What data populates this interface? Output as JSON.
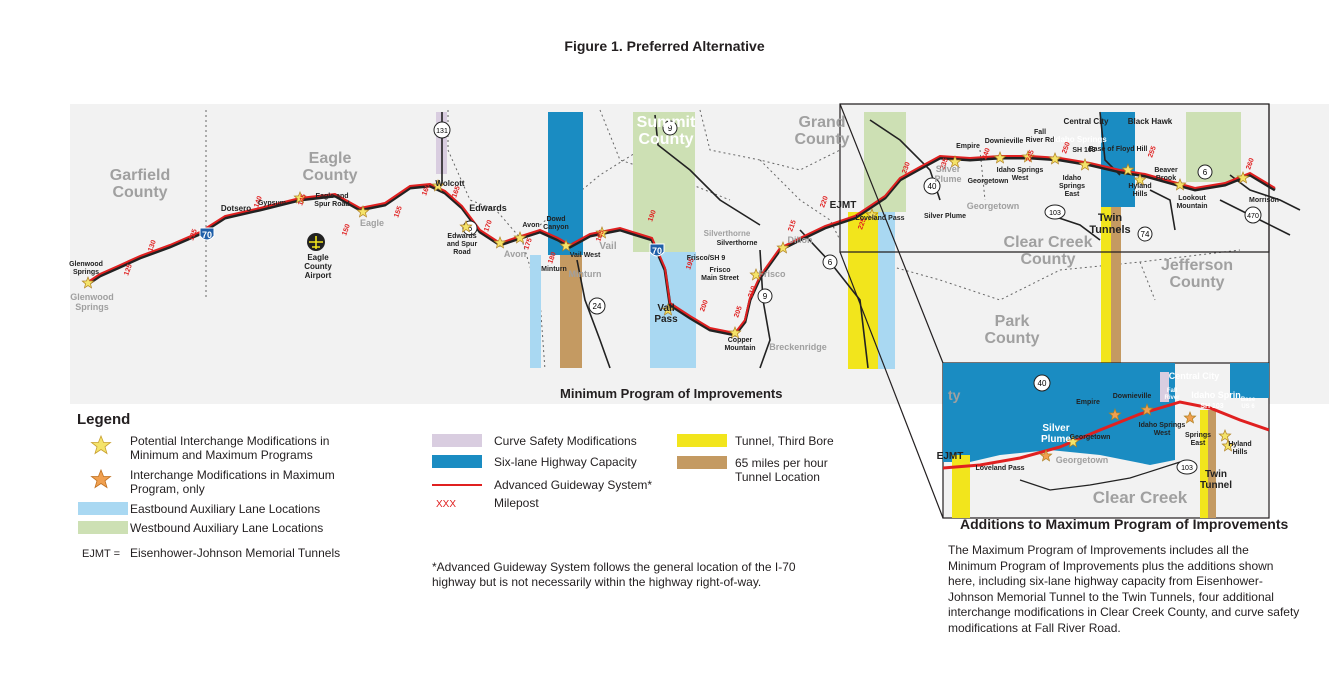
{
  "figure_title": "Figure 1. Preferred Alternative",
  "subtitle": "Minimum Program of Improvements",
  "counties": {
    "garfield": "Garfield\nCounty",
    "eagle": "Eagle\nCounty",
    "summit": "Summit\nCounty",
    "grand": "Grand\nCounty",
    "clear_creek": "Clear Creek\nCounty",
    "jefferson": "Jefferson\nCounty",
    "park": "Park\nCounty",
    "inset_clear_creek": "Clear Creek"
  },
  "places": {
    "glenwood_springs_a": "Glenwood\nSprings",
    "glenwood_springs_b": "Glenwood\nSprings",
    "dotsero": "Dotsero",
    "gypsum": "Gypsum",
    "eagle_airport": "Eagle\nCounty\nAirport",
    "eagle_spur": "Eagle and\nSpur Road",
    "eagle": "Eagle",
    "wolcott": "Wolcott",
    "edwards": "Edwards",
    "edwards_spur": "Edwards\nand Spur\nRoad",
    "avon_a": "Avon",
    "avon_b": "Avon",
    "dowd_canyon": "Dowd\nCanyon",
    "vail": "Vail",
    "vail_west": "Vail West",
    "minturn_a": "Minturn",
    "minturn_b": "Minturn",
    "vail_pass": "Vail\nPass",
    "copper": "Copper\nMountain",
    "breckenridge": "Breckenridge",
    "frisco_sh9": "Frisco/SH 9",
    "frisco_main": "Frisco\nMain Street",
    "frisco": "Frisco",
    "silverthorne_a": "Silverthorne",
    "silverthorne_b": "Silverthorne",
    "dillon": "Dillon",
    "ejmt": "EJMT",
    "loveland_pass": "Loveland Pass",
    "silver_plume_a": "Silver\nPlume",
    "silver_plume_b": "Silver Plume",
    "georgetown_a": "Georgetown",
    "georgetown_b": "Georgetown",
    "empire": "Empire",
    "downieville": "Downieville",
    "fall_river": "Fall\nRiver Rd",
    "idaho_springs_west": "Idaho Springs\nWest",
    "idaho_springs_east": "Idaho\nSprings\nEast",
    "idaho_springs": "Idaho Springs",
    "sh103": "SH 103",
    "base_floyd": "Base of Floyd Hill",
    "central_city": "Central City",
    "black_hawk": "Black Hawk",
    "beaver_brook": "Beaver\nBrook",
    "hyland_hills": "Hyland\nHills",
    "lookout_mtn": "Lookout\nMountain",
    "morrison": "Morrison",
    "twin_tunnels": "Twin\nTunnels"
  },
  "route_shields": {
    "i70_a": "70",
    "i70_b": "70",
    "us6_a": "6",
    "us6_b": "6",
    "us6_c": "6",
    "sh131": "131",
    "sh24": "24",
    "sh9_a": "9",
    "sh9_b": "9",
    "us40": "40",
    "sh103": "103",
    "sh74": "74",
    "c470": "470",
    "inset_us40": "40",
    "inset_sh103": "103"
  },
  "inset": {
    "central_city": "Central City",
    "idaho_springs": "Idaho Sprin",
    "sh103": "SH 103",
    "base": "Base\nUS 6",
    "ejmt": "EJMT",
    "loveland_pass": "Loveland Pass",
    "silver_plume": "Silver\nPlume",
    "georgetown_a": "Georgetown",
    "georgetown_b": "Georgetown",
    "empire": "Empire",
    "downieville": "Downieville",
    "fall_river": "Fall\nRiver",
    "idaho_springs_west": "Idaho Springs\nWest",
    "springs_east": "Springs\nEast",
    "hyland": "Hyland\nHills",
    "twin_tunnel": "Twin\nTunnel",
    "county_fragment": "ty"
  },
  "mileposts": [
    "125",
    "130",
    "135",
    "140",
    "145",
    "150",
    "155",
    "160",
    "165",
    "170",
    "175",
    "180",
    "185",
    "190",
    "195",
    "200",
    "205",
    "210",
    "215",
    "220",
    "225",
    "230",
    "235",
    "240",
    "245",
    "250",
    "255",
    "260"
  ],
  "legend": {
    "title": "Legend",
    "items": [
      {
        "label": "Potential Interchange Modifications in\nMinimum and Maximum Programs"
      },
      {
        "label": "Interchange Modifications in Maximum\nProgram, only"
      },
      {
        "label": "Eastbound Auxiliary Lane Locations"
      },
      {
        "label": "Westbound Auxiliary Lane Locations"
      },
      {
        "label": "Eisenhower-Johnson Memorial Tunnels",
        "prefix": "EJMT ="
      },
      {
        "label": "Curve Safety Modifications"
      },
      {
        "label": "Six-lane Highway Capacity"
      },
      {
        "label": "Advanced Guideway System*"
      },
      {
        "label": "Milepost",
        "prefix": "XXX"
      },
      {
        "label": "Tunnel, Third Bore"
      },
      {
        "label": "65 miles per hour\nTunnel Location"
      }
    ]
  },
  "colors": {
    "eastbound_aux": "#a9d8f2",
    "westbound_aux": "#cde0b4",
    "six_lane": "#1a8cc2",
    "curve_safety": "#d9cde0",
    "tunnel_third_bore": "#f2e51c",
    "tunnel_65mph": "#c49a62",
    "ags": "#e02020",
    "star_min": "#f4e36a",
    "star_max": "#f0a050",
    "highway": "#222222"
  },
  "ags_note": "*Advanced Guideway System follows the general location of the I-70\nhighway but is not necessarily within the highway right-of-way.",
  "additions": {
    "title": "Additions to Maximum Program of Improvements",
    "body": "The Maximum Program of Improvements includes all the Minimum Program of Improvements plus the additions shown here, including six-lane highway capacity from Eisenhower-Johnson Memorial Tunnel to the Twin Tunnels, four additional interchange modifications  in Clear Creek County, and curve safety modifications at Fall River Road."
  }
}
